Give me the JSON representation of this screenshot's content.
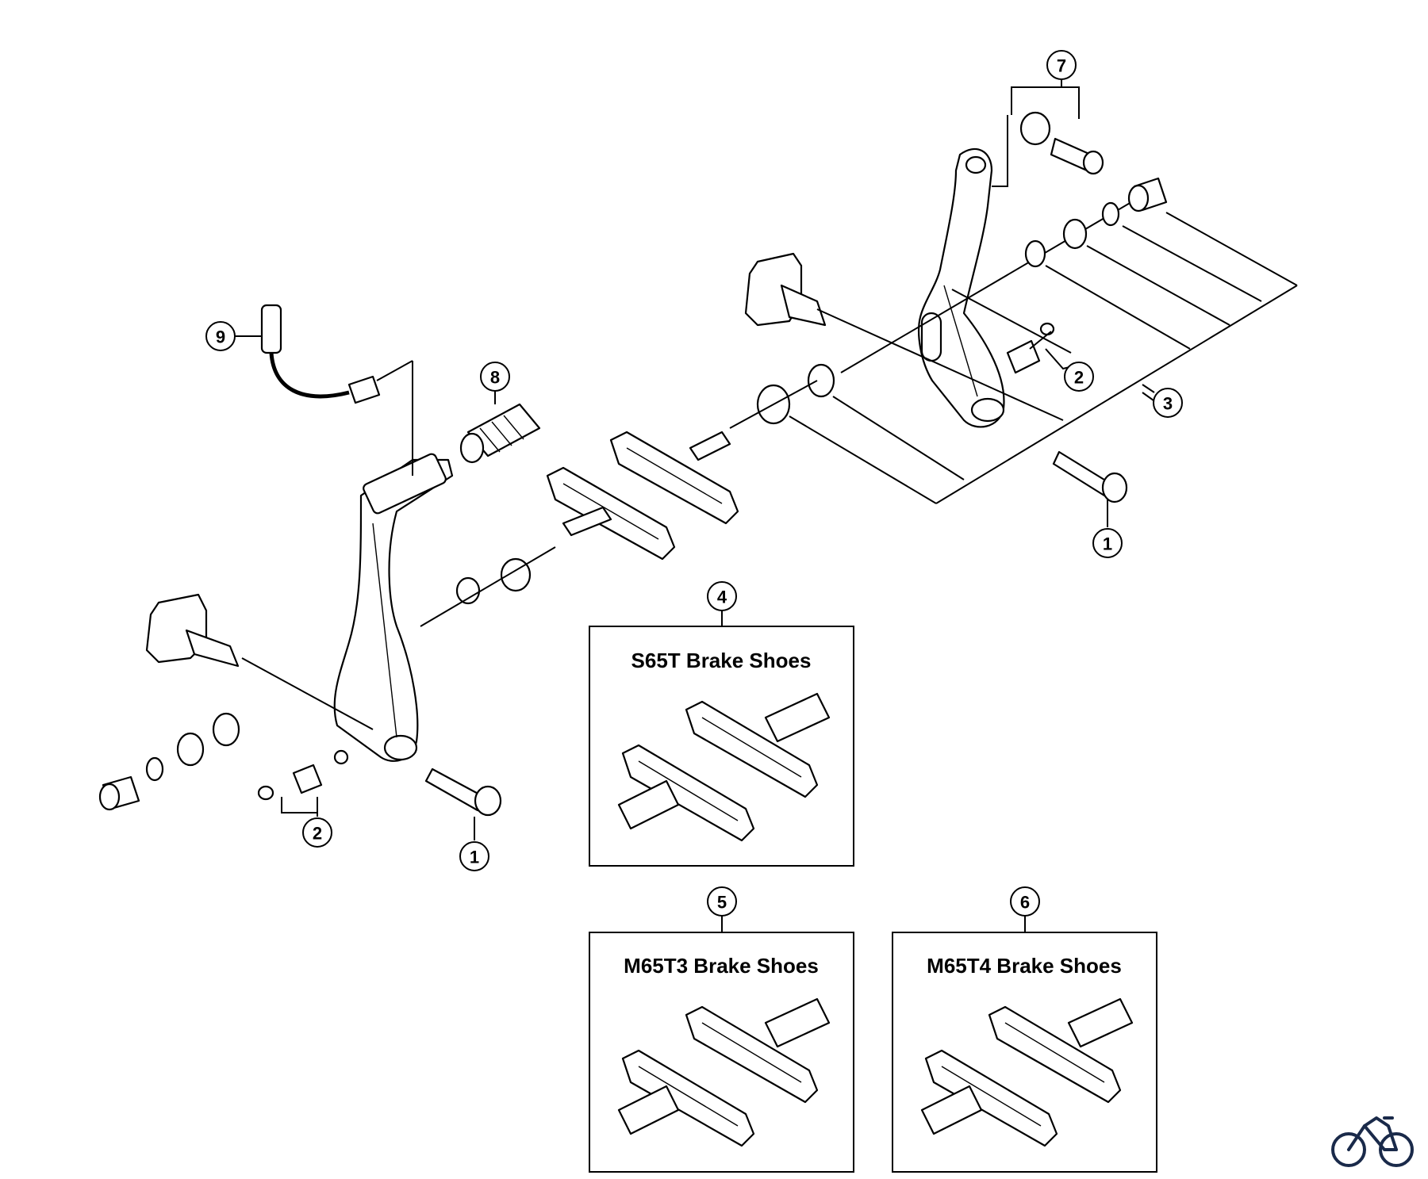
{
  "callouts": {
    "c1_right": "1",
    "c1_left": "1",
    "c2_right": "2",
    "c2_left": "2",
    "c3": "3",
    "c4": "4",
    "c5": "5",
    "c6": "6",
    "c7": "7",
    "c8": "8",
    "c9": "9"
  },
  "boxes": {
    "box4_title": "S65T Brake Shoes",
    "box5_title": "M65T3 Brake Shoes",
    "box6_title": "M65T4 Brake Shoes"
  },
  "logo_icon": "bicycle-icon"
}
